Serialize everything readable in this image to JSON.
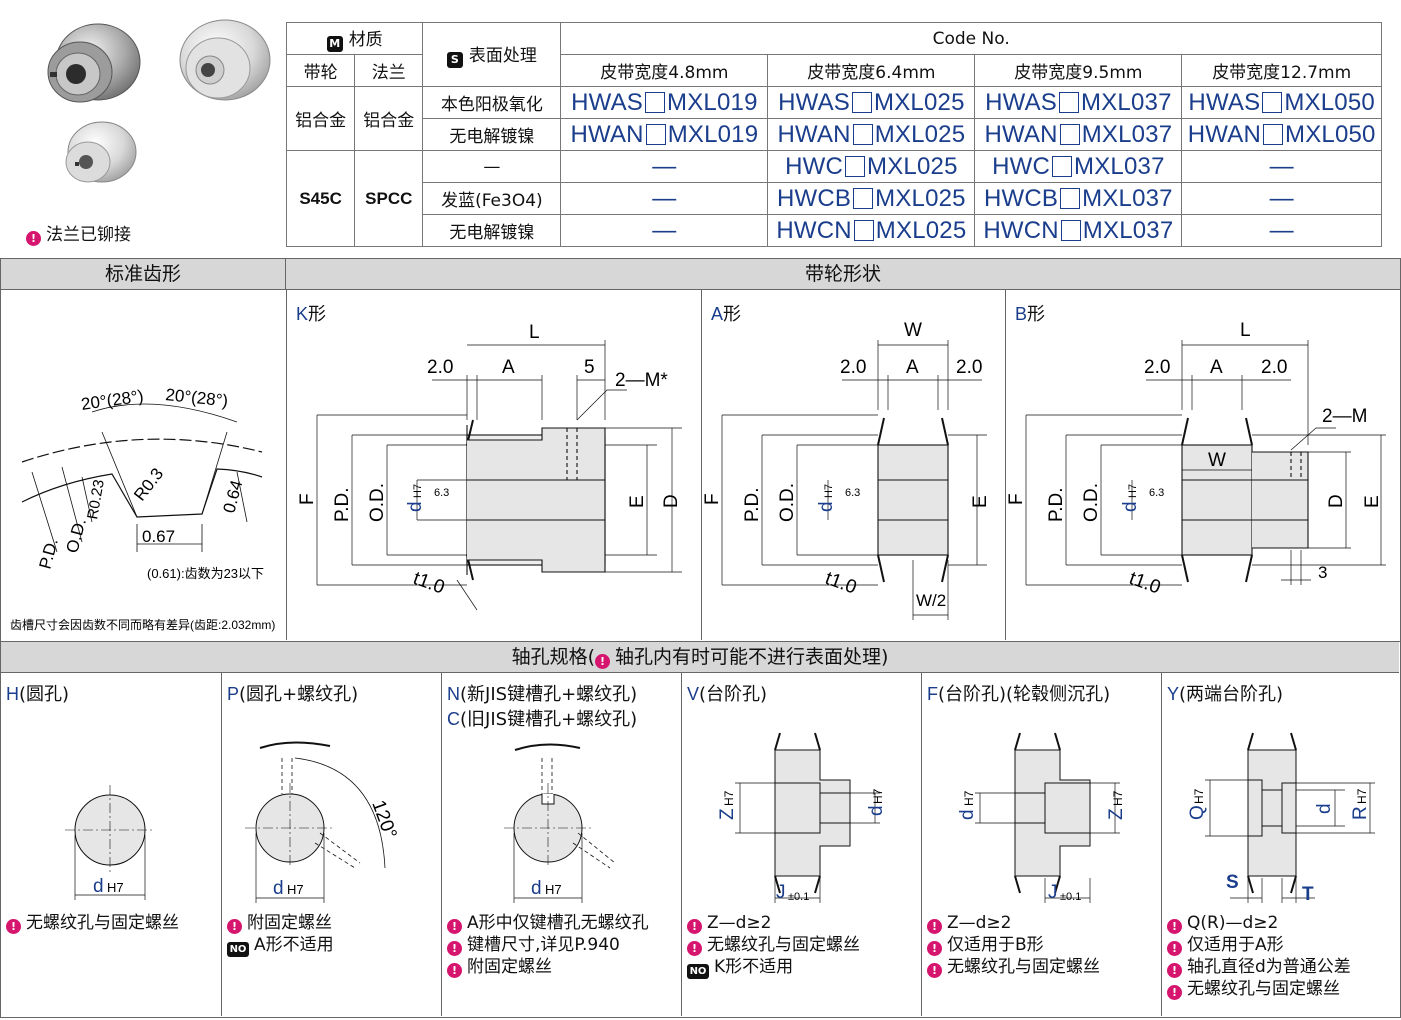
{
  "product_note": "法兰已铆接",
  "table": {
    "material_label": "材质",
    "surface_label": "表面处理",
    "code_no_label": "Code No.",
    "pulley_label": "带轮",
    "flange_label": "法兰",
    "width_headers": [
      "皮带宽度4.8mm",
      "皮带宽度6.4mm",
      "皮带宽度9.5mm",
      "皮带宽度12.7mm"
    ],
    "alu_pulley": "铝合金",
    "alu_flange": "铝合金",
    "steel_pulley": "S45C",
    "steel_flange": "SPCC",
    "rows": [
      {
        "surface": "本色阳极氧化",
        "codes": [
          [
            "HWAS",
            "MXL019"
          ],
          [
            "HWAS",
            "MXL025"
          ],
          [
            "HWAS",
            "MXL037"
          ],
          [
            "HWAS",
            "MXL050"
          ]
        ]
      },
      {
        "surface": "无电解镀镍",
        "codes": [
          [
            "HWAN",
            "MXL019"
          ],
          [
            "HWAN",
            "MXL025"
          ],
          [
            "HWAN",
            "MXL037"
          ],
          [
            "HWAN",
            "MXL050"
          ]
        ]
      },
      {
        "surface": "—",
        "codes": [
          [
            "—",
            ""
          ],
          [
            "HWC",
            "MXL025"
          ],
          [
            "HWC",
            "MXL037"
          ],
          [
            "—",
            ""
          ]
        ]
      },
      {
        "surface": "发蓝(Fe3O4)",
        "codes": [
          [
            "—",
            ""
          ],
          [
            "HWCB",
            "MXL025"
          ],
          [
            "HWCB",
            "MXL037"
          ],
          [
            "—",
            ""
          ]
        ]
      },
      {
        "surface": "无电解镀镍",
        "codes": [
          [
            "—",
            ""
          ],
          [
            "HWCN",
            "MXL025"
          ],
          [
            "HWCN",
            "MXL037"
          ],
          [
            "—",
            ""
          ]
        ]
      }
    ]
  },
  "sections": {
    "tooth_profile": "标准齿形",
    "pulley_shape": "带轮形状",
    "bore_spec": "轴孔规格",
    "bore_spec_note": "轴孔内有时可能不进行表面处理"
  },
  "tooth": {
    "angle_left": "20°(28°)",
    "angle_right": "20°(28°)",
    "r03": "R0.3",
    "r023": "R0.23",
    "d064": "0.64",
    "d067": "0.67",
    "pd": "P.D.",
    "od": "O.D.",
    "sub_note": "(0.61):齿数为23以下",
    "footer": "齿槽尺寸会因齿数不同而略有差异(齿距:2.032mm)"
  },
  "shapes": {
    "k": {
      "label": "K",
      "suffix": "形",
      "L": "L",
      "A": "A",
      "two": "2.0",
      "five": "5",
      "M": "2—M*",
      "F": "F",
      "PD": "P.D.",
      "OD": "O.D.",
      "d": "d",
      "h7": "H7",
      "r": "6.3",
      "E": "E",
      "D": "D",
      "t": "t1.0"
    },
    "a": {
      "label": "A",
      "suffix": "形",
      "W": "W",
      "A": "A",
      "two_l": "2.0",
      "two_r": "2.0",
      "F": "F",
      "PD": "P.D.",
      "OD": "O.D.",
      "d": "d",
      "h7": "H7",
      "r": "6.3",
      "E": "E",
      "t": "t1.0",
      "W2": "W/2"
    },
    "b": {
      "label": "B",
      "suffix": "形",
      "L": "L",
      "A": "A",
      "two_l": "2.0",
      "two_r": "2.0",
      "M": "2—M",
      "W": "W",
      "F": "F",
      "PD": "P.D.",
      "OD": "O.D.",
      "d": "d",
      "h7": "H7",
      "r": "6.3",
      "D": "D",
      "E": "E",
      "t": "t1.0",
      "three": "3"
    }
  },
  "bores": [
    {
      "code": "H",
      "title": "(圆孔)",
      "title2": "",
      "notes": [
        {
          "icon": "!",
          "text": "无螺纹孔与固定螺丝"
        }
      ]
    },
    {
      "code": "P",
      "title": "(圆孔+螺纹孔)",
      "title2": "",
      "angle": "120°",
      "notes": [
        {
          "icon": "!",
          "text": "附固定螺丝"
        },
        {
          "icon": "NO",
          "text": "A形不适用"
        }
      ]
    },
    {
      "code": "N",
      "title": "(新JIS键槽孔+螺纹孔)",
      "code2": "C",
      "title2": "(旧JIS键槽孔+螺纹孔)",
      "notes": [
        {
          "icon": "!",
          "text": "A形中仅键槽孔无螺纹孔"
        },
        {
          "icon": "!",
          "text": "键槽尺寸,详见P.940"
        },
        {
          "icon": "!",
          "text": "附固定螺丝"
        }
      ]
    },
    {
      "code": "V",
      "title": "(台阶孔)",
      "title2": "",
      "notes": [
        {
          "icon": "!",
          "text": "Z—d≥2"
        },
        {
          "icon": "!",
          "text": "无螺纹孔与固定螺丝"
        },
        {
          "icon": "NO",
          "text": "K形不适用"
        }
      ]
    },
    {
      "code": "F",
      "title": "(台阶孔)(轮毂侧沉孔)",
      "title2": "",
      "notes": [
        {
          "icon": "!",
          "text": "Z—d≥2"
        },
        {
          "icon": "!",
          "text": "仅适用于B形"
        },
        {
          "icon": "!",
          "text": "无螺纹孔与固定螺丝"
        }
      ]
    },
    {
      "code": "Y",
      "title": "(两端台阶孔)",
      "title2": "",
      "notes": [
        {
          "icon": "!",
          "text": "Q(R)—d≥2"
        },
        {
          "icon": "!",
          "text": "仅适用于A形"
        },
        {
          "icon": "!",
          "text": "轴孔直径d为普通公差"
        },
        {
          "icon": "!",
          "text": "无螺纹孔与固定螺丝"
        }
      ]
    }
  ],
  "bore_dims": {
    "d": "d",
    "h7": "H7",
    "z": "Z",
    "j": "J",
    "j_tol": "±0.1",
    "q": "Q",
    "r": "R",
    "s": "S",
    "t": "T"
  },
  "colors": {
    "accent": "#1a3d8c",
    "note": "#d6156f",
    "section_bg": "#d7d7d7"
  }
}
